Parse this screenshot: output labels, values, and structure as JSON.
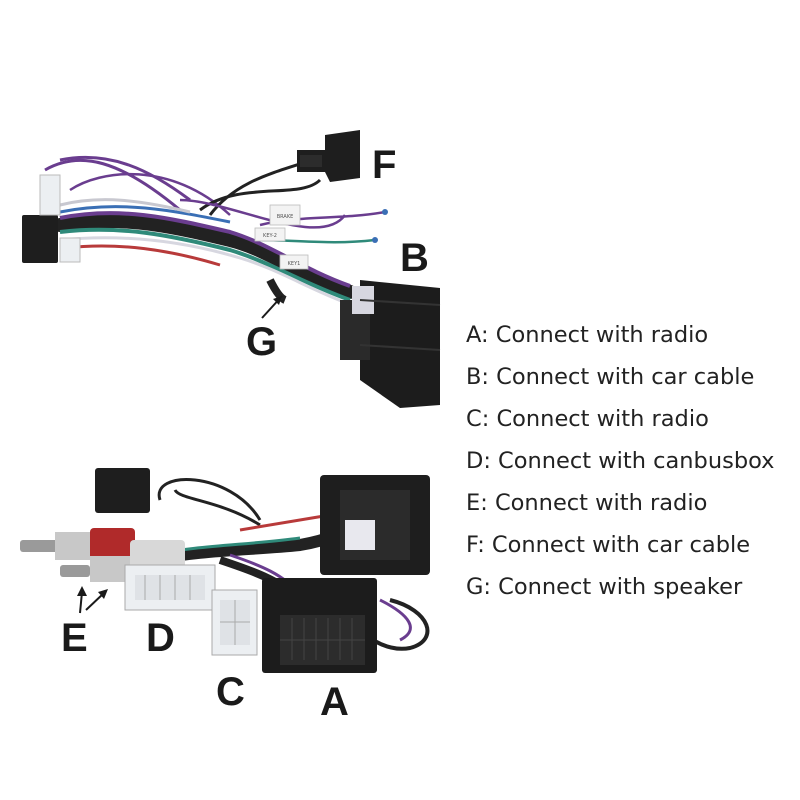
{
  "callouts": {
    "a": "A",
    "b": "B",
    "c": "C",
    "d": "D",
    "e": "E",
    "f": "F",
    "g": "G"
  },
  "legend": [
    "A: Connect with radio",
    "B: Connect with car cable",
    "C: Connect with radio",
    "D: Connect with canbusbox",
    "E: Connect with radio",
    "F: Connect with car cable",
    "G: Connect with speaker"
  ],
  "harness_tags": {
    "brake": "BRAKE",
    "key2": "KEY-2",
    "key1": "KEY1"
  },
  "colors": {
    "connector": "#1e1e1e",
    "white_connector": "#eceff2",
    "wire_purple": "#6a3d8f",
    "wire_teal": "#2f8a7a",
    "wire_blue": "#3a6fb5",
    "wire_red": "#b83a3a",
    "wire_black": "#222222",
    "rca_red": "#b02a2a",
    "label": "#1a1a1a"
  }
}
